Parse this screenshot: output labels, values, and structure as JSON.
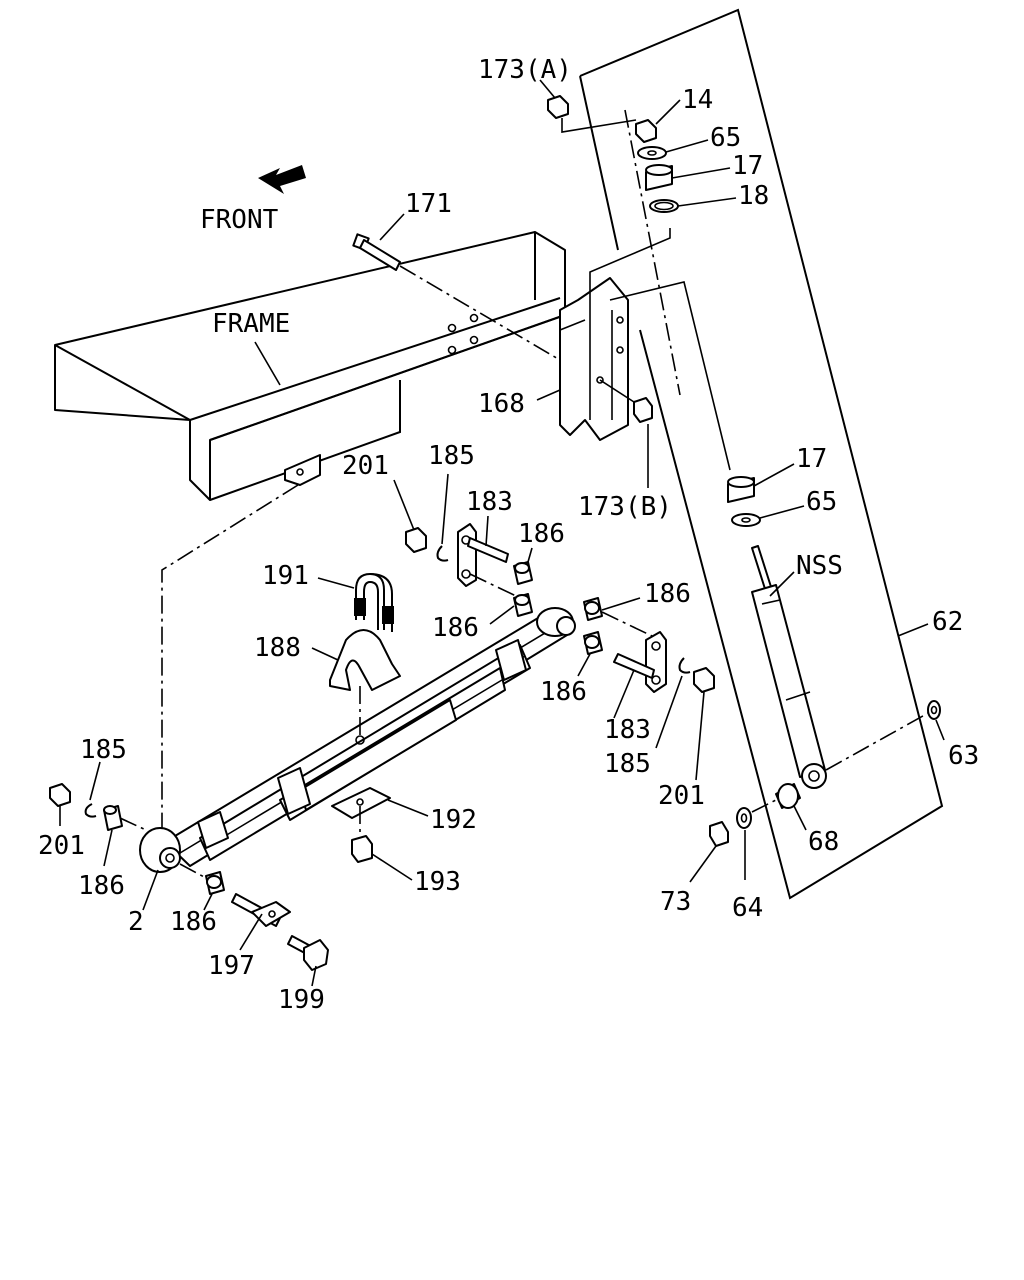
{
  "diagram": {
    "labels": {
      "front": "FRONT",
      "frame": "FRAME",
      "p173a": "173(A)",
      "p14": "14",
      "p65a": "65",
      "p17a": "17",
      "p18": "18",
      "p171": "171",
      "p168": "168",
      "p173b": "173(B)",
      "p17b": "17",
      "p65b": "65",
      "nss": "NSS",
      "p62": "62",
      "p201a": "201",
      "p185a": "185",
      "p183a": "183",
      "p186a": "186",
      "p191": "191",
      "p186b": "186",
      "p186c": "186",
      "p188": "188",
      "p186d": "186",
      "p183b": "183",
      "p185b": "185",
      "p201b": "201",
      "p63": "63",
      "p185c": "185",
      "p201c": "201",
      "p186e": "186",
      "p2": "2",
      "p186f": "186",
      "p192": "192",
      "p193": "193",
      "p197": "197",
      "p199": "199",
      "p68": "68",
      "p64": "64",
      "p73": "73"
    }
  }
}
